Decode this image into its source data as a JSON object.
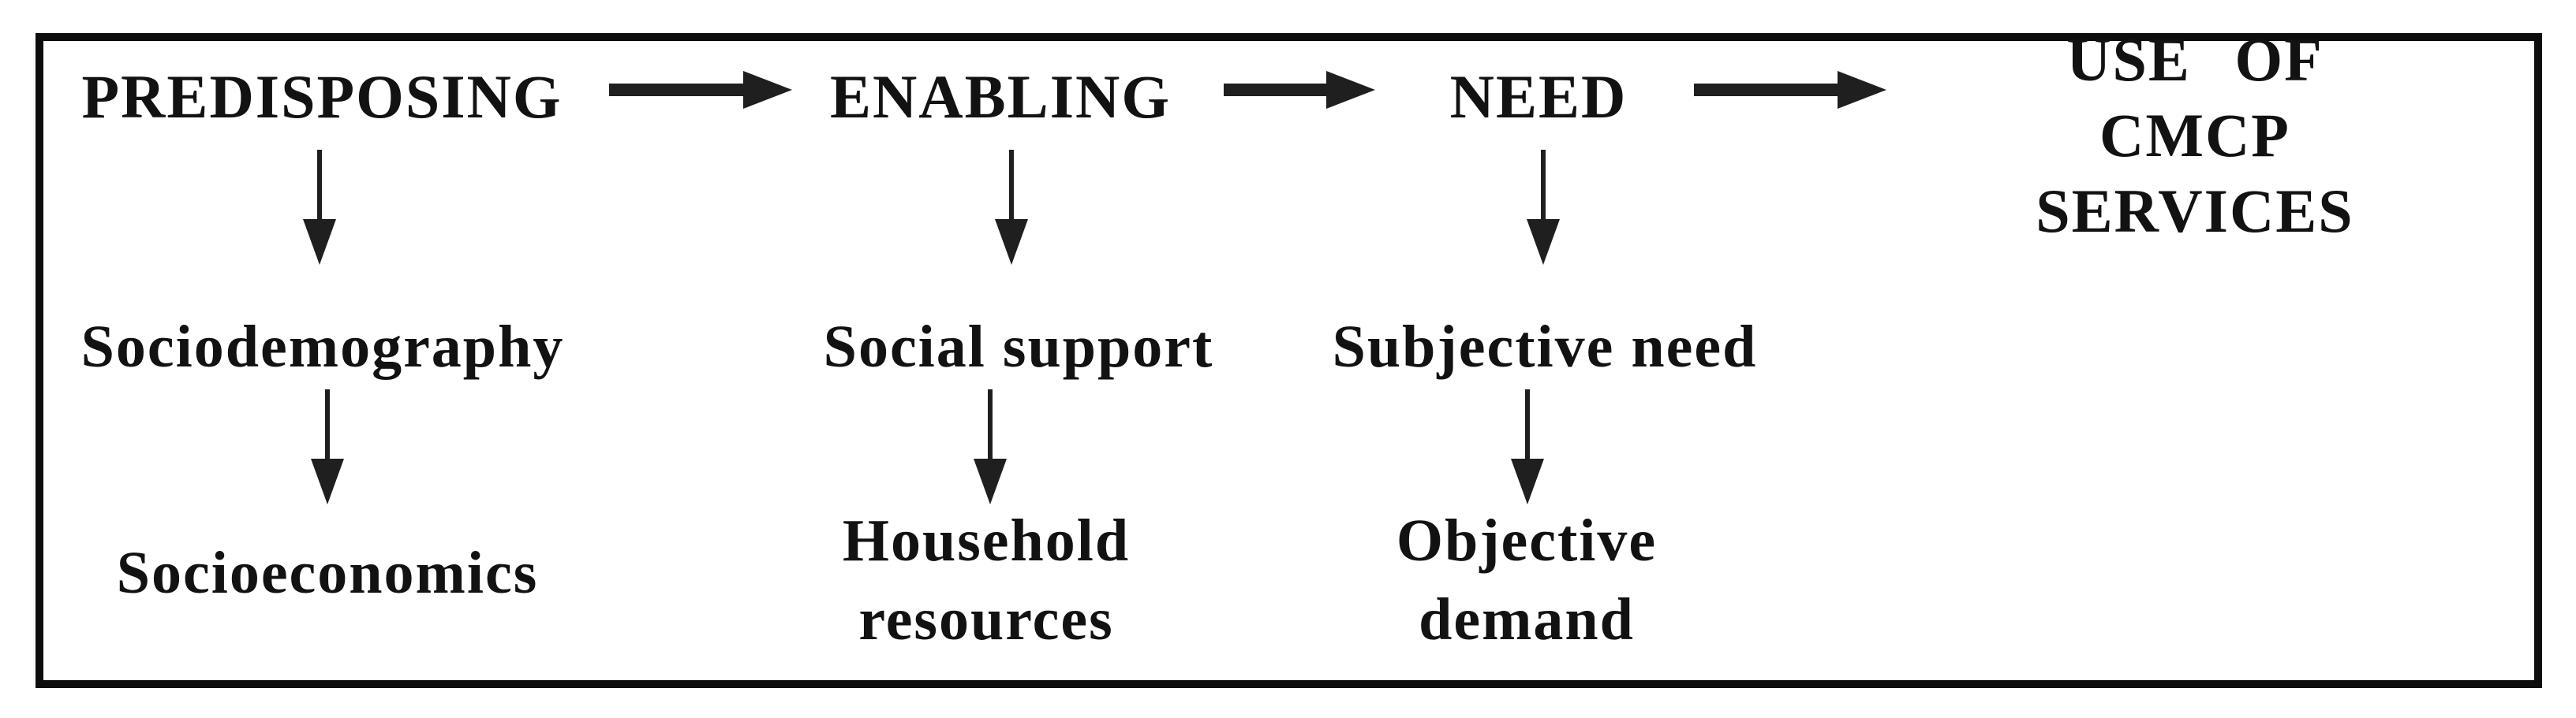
{
  "colors": {
    "background": "#ffffff",
    "frame_line": "#0d0d0d",
    "arrow": "#1f1f1f",
    "text": "#121212"
  },
  "diagram": {
    "columns": [
      {
        "header": "PREDISPOSING",
        "level2": "Sociodemography",
        "level3": "Socioeconomics"
      },
      {
        "header": "ENABLING",
        "level2": "Social support",
        "level3": "Household resources"
      },
      {
        "header": "NEED",
        "level2": "Subjective need",
        "level3": "Objective demand"
      },
      {
        "header": "USE OF CMCP SERVICES"
      }
    ],
    "edges": [
      {
        "from": "PREDISPOSING",
        "to": "ENABLING",
        "direction": "right"
      },
      {
        "from": "ENABLING",
        "to": "NEED",
        "direction": "right"
      },
      {
        "from": "NEED",
        "to": "USE OF CMCP SERVICES",
        "direction": "right"
      },
      {
        "from": "PREDISPOSING",
        "to": "Sociodemography",
        "direction": "down"
      },
      {
        "from": "Sociodemography",
        "to": "Socioeconomics",
        "direction": "down"
      },
      {
        "from": "ENABLING",
        "to": "Social support",
        "direction": "down"
      },
      {
        "from": "Social support",
        "to": "Household resources",
        "direction": "down"
      },
      {
        "from": "NEED",
        "to": "Subjective need",
        "direction": "down"
      },
      {
        "from": "Subjective need",
        "to": "Objective demand",
        "direction": "down"
      }
    ]
  }
}
